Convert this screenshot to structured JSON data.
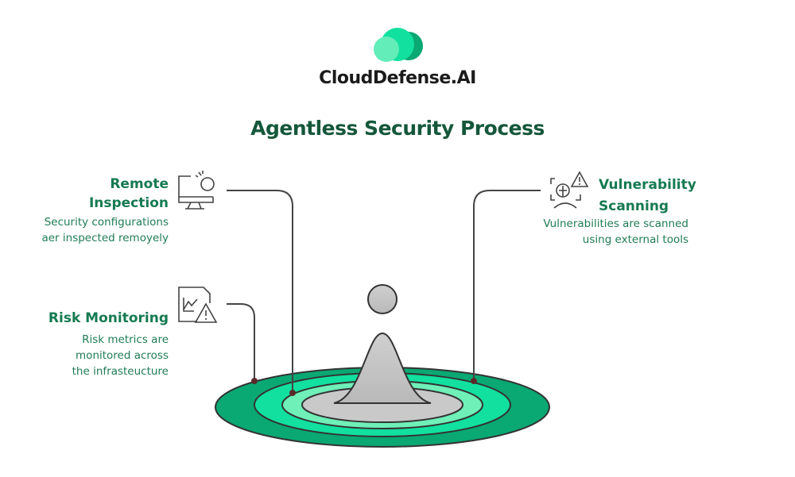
{
  "brand": {
    "name": "CloudDefense.AI"
  },
  "title": "Agentless Security Process",
  "steps": [
    {
      "title_line1": "Remote",
      "title_line2": "Inspection",
      "desc_line1": "Security configurations",
      "desc_line2": "aer inspected remoyely",
      "icon": "monitor-search-icon"
    },
    {
      "title": "Risk Monitoring",
      "desc_line1": "Risk metrics are",
      "desc_line2": "monitored across",
      "desc_line3": "the infrasteucture",
      "icon": "chart-warning-icon"
    },
    {
      "title_line1": "Vulnerability",
      "title_line2": "Scanning",
      "desc_line1": "Vulnerabilities are scanned",
      "desc_line2": "using external tools",
      "icon": "scan-warning-icon"
    }
  ],
  "colors": {
    "ring_outer": "#0aa872",
    "ring_mid": "#12e09e",
    "ring_inner": "#6ef0b8",
    "center": "#c9c9c9",
    "text": "#157a50"
  }
}
